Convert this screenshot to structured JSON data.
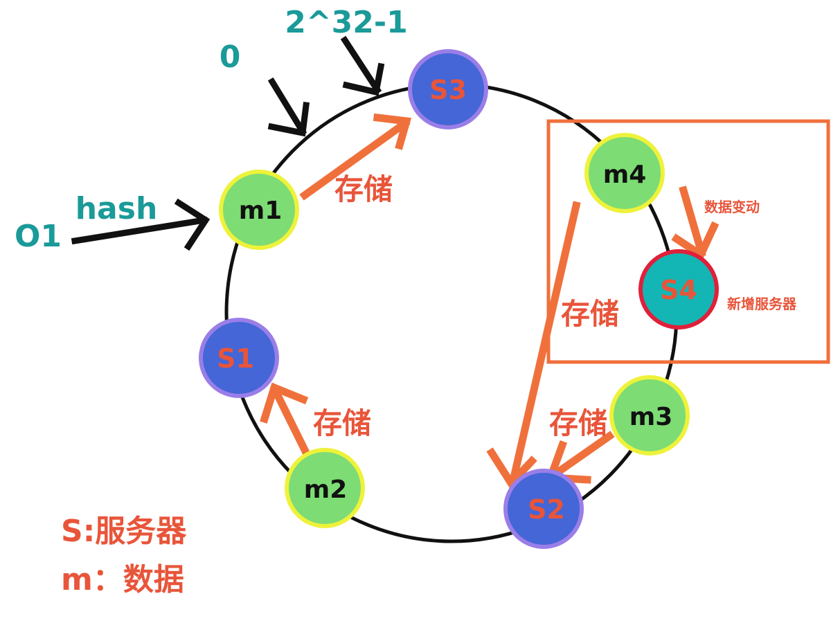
{
  "labels": {
    "top_value": "2^32-1",
    "zero": "0",
    "hash": "hash",
    "object": "O1",
    "store": "存储",
    "data_change": "数据变动",
    "new_server": "新增服务器"
  },
  "nodes": {
    "s1": "S1",
    "s2": "S2",
    "s3": "S3",
    "s4": "S4",
    "m1": "m1",
    "m2": "m2",
    "m3": "m3",
    "m4": "m4"
  },
  "legend": {
    "server": "S:服务器",
    "data": "m：数据"
  },
  "colors": {
    "server_fill": "#4466d6",
    "server_border": "#9a7ee8",
    "data_fill": "#7ddc74",
    "data_border": "#eef23a",
    "new_server_fill": "#13b6b4",
    "new_server_border": "#e0203a",
    "arrow_orange": "#f0703c",
    "label_teal": "#1a9a98",
    "label_red": "#e8553a"
  }
}
